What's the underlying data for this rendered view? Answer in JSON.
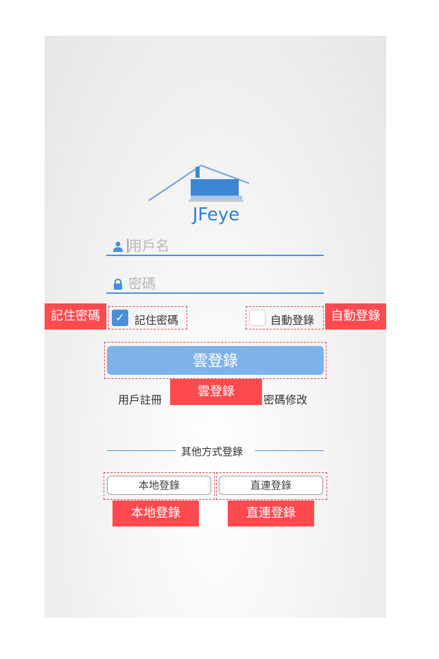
{
  "app": {
    "brand": "JFeye"
  },
  "login": {
    "username_placeholder": "用戶名",
    "password_placeholder": "密碼",
    "remember_label": "記住密碼",
    "remember_checked": true,
    "auto_login_label": "自動登錄",
    "auto_login_checked": false,
    "cloud_login_label": "雲登錄",
    "register_label": "用戶註冊",
    "change_password_label": "密碼修改",
    "other_methods_label": "其他方式登錄",
    "local_login_label": "本地登錄",
    "direct_login_label": "直連登錄"
  },
  "annotations": {
    "remember": "記住密碼",
    "auto_login": "自動登錄",
    "cloud_login": "雲登錄",
    "local_login": "本地登錄",
    "direct_login": "直連登錄"
  },
  "colors": {
    "accent": "#4a8fd8",
    "button": "#7eb2e8",
    "annotation": "#ff4a4f"
  }
}
